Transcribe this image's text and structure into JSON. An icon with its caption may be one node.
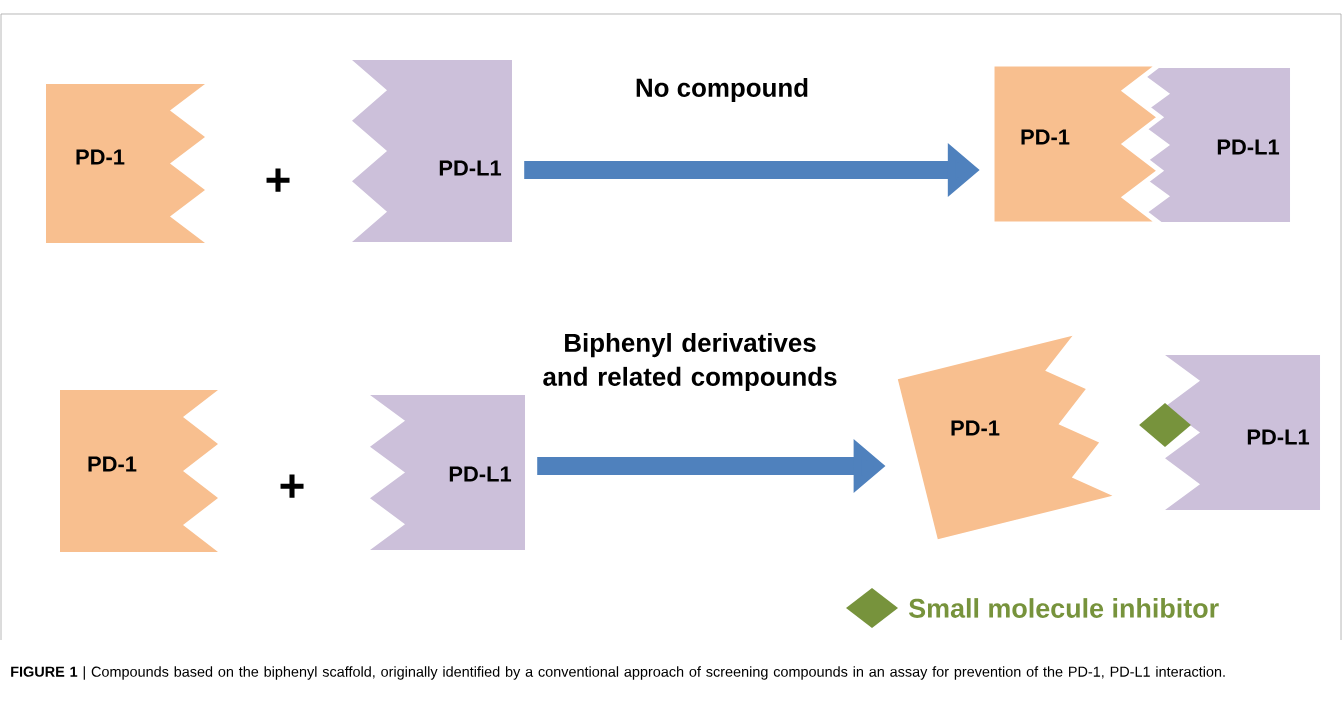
{
  "diagram": {
    "caption": "**FIGURE 1** | Compounds based on the biphenyl scaffold, originally identified by a conventional approach of screening compounds in an assay for prevention of the PD-1, PD-L1 interaction.",
    "nodes": [
      {
        "text": [
          "PD-1"
        ]
      },
      {
        "text": [
          "PD-L1"
        ]
      },
      {
        "text": [
          "PD-1"
        ]
      },
      {
        "text": [
          "PD-L1"
        ]
      },
      {
        "text": [
          "PD-1"
        ]
      },
      {
        "text": [
          "PD-L1"
        ]
      },
      {
        "text": [
          "PD-1"
        ]
      },
      {
        "text": [
          "PD-L1"
        ]
      },
      {
        "text": [],
        "shape": "diamond"
      }
    ],
    "edges": [
      {
        "from": 1,
        "to": 2,
        "arrow": "to",
        "label": "No compound"
      },
      {
        "from": 5,
        "to": 6,
        "arrow": "to",
        "label": "Biphenyl derivatives and related compounds"
      }
    ],
    "labels": [
      "+",
      "+"
    ],
    "legend": [
      {
        "text": "Small molecule inhibitor"
      }
    ]
  }
}
